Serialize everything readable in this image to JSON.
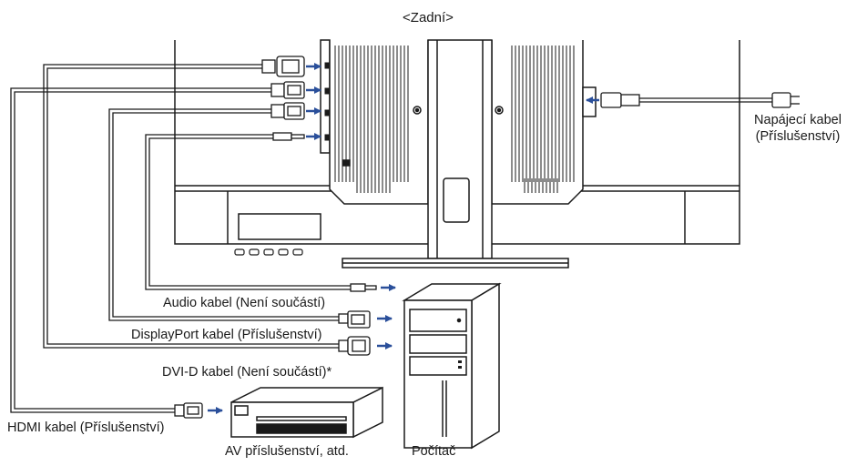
{
  "diagram": {
    "title": "<Zadní>",
    "labels": {
      "power_cable_line1": "Napájecí kabel",
      "power_cable_line2": "(Příslušenství)",
      "audio_cable": "Audio kabel (Není součástí)",
      "displayport_cable": "DisplayPort kabel (Příslušenství)",
      "dvid_cable": "DVI-D kabel (Není součástí)*",
      "hdmi_cable": "HDMI kabel (Příslušenství)",
      "av_equipment": "AV příslušenství, atd.",
      "computer": "Počítač"
    },
    "colors": {
      "line": "#1a1a1a",
      "arrow": "#2a4f9a",
      "cable_fill": "#ffffff"
    }
  }
}
